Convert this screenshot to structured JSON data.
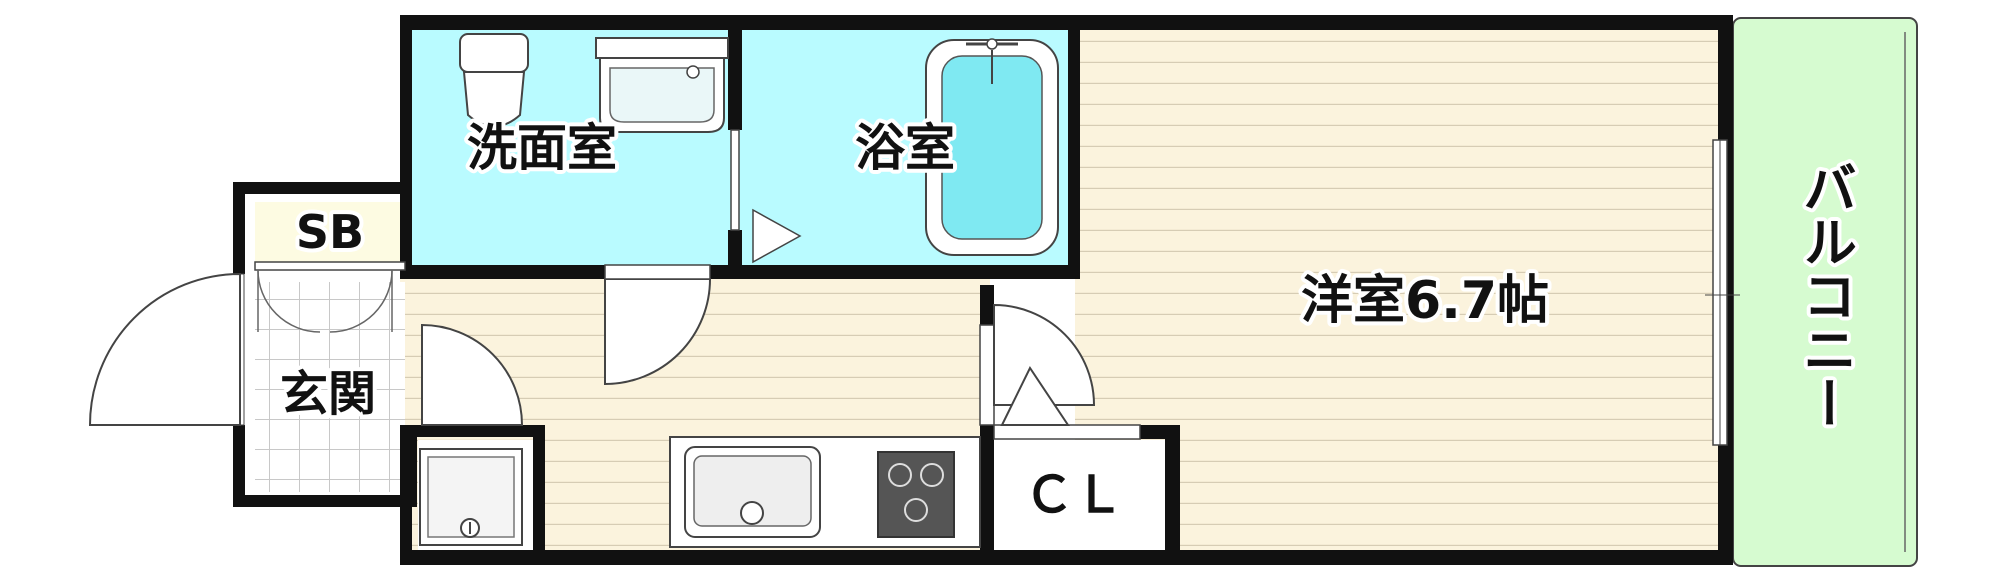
{
  "rooms": {
    "washroom": "洗面室",
    "bathroom": "浴室",
    "western_room": "洋室6.7帖",
    "balcony": "バルコニー",
    "shoe_box": "SB",
    "entrance": "玄関",
    "closet": "ＣＬ"
  },
  "colors": {
    "wall": "#111111",
    "wet_area": "#b9fbff",
    "tub": "#7fe9f2",
    "floor": "#fbf3dd",
    "floor_line": "#d6ccb4",
    "balcony": "#d6fbd0",
    "shoe_box": "#fdfbe2"
  }
}
